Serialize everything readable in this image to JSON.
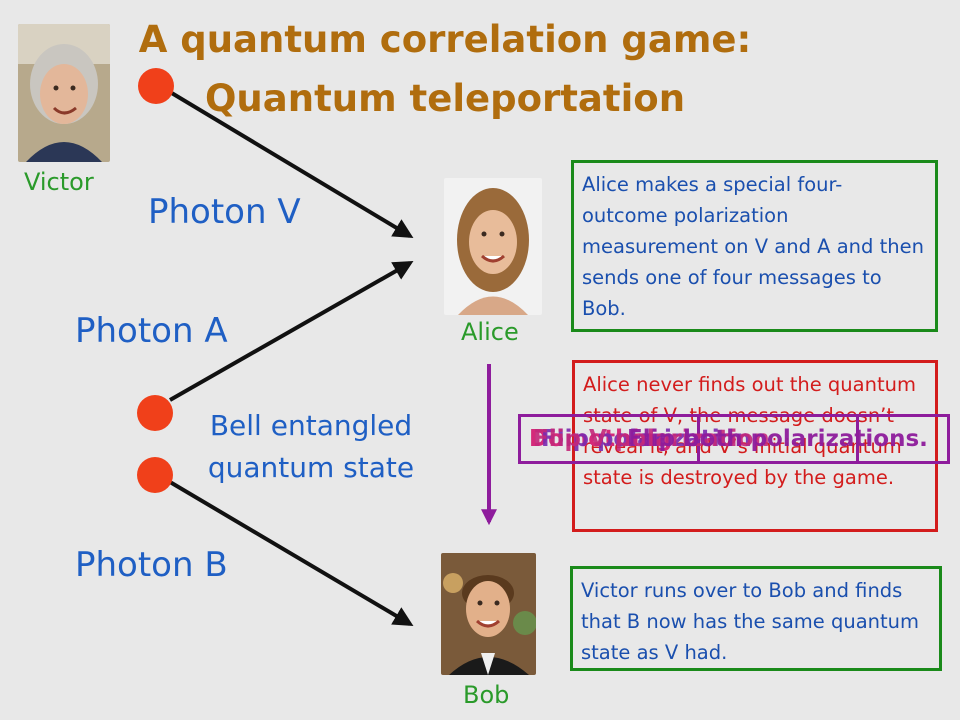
{
  "title": {
    "line1": "A quantum correlation game:",
    "line2": "Quantum teleportation"
  },
  "people": {
    "victor": "Victor",
    "alice": "Alice",
    "bob": "Bob"
  },
  "photons": {
    "v": "Photon V",
    "a": "Photon A",
    "b": "Photon B"
  },
  "bell_label": {
    "line1": "Bell entangled",
    "line2": "quantum  state"
  },
  "boxes": {
    "alice_measure": "Alice makes a special four-outcome polarization measurement on V and A and then sends one of four messages to Bob.",
    "alice_never": "Alice never finds out the quantum state of V, the message doesn’t reveal it, and V’s initial quantum state is destroyed by the game.",
    "victor_runs": "Victor runs over to Bob and finds that B now has the same quantum state as V had."
  },
  "overlay_messages": [
    {
      "text": "Do nothing",
      "color": "#d42a7a"
    },
    {
      "text": "Flip polarization",
      "color": "#7a2ab0"
    },
    {
      "text": "Flip V polarization",
      "color": "#c4287a"
    },
    {
      "text": "Flip both polarizations.",
      "color": "#8e1c9c"
    }
  ],
  "colors": {
    "title": "#b06d0e",
    "name_label": "#2a9a2a",
    "photon_label": "#1f5fc4",
    "box_green_border": "#1a8a1a",
    "box_red": "#d31c1c",
    "photon_dot": "#f0401a",
    "message_arrow": "#8e1c9c"
  }
}
